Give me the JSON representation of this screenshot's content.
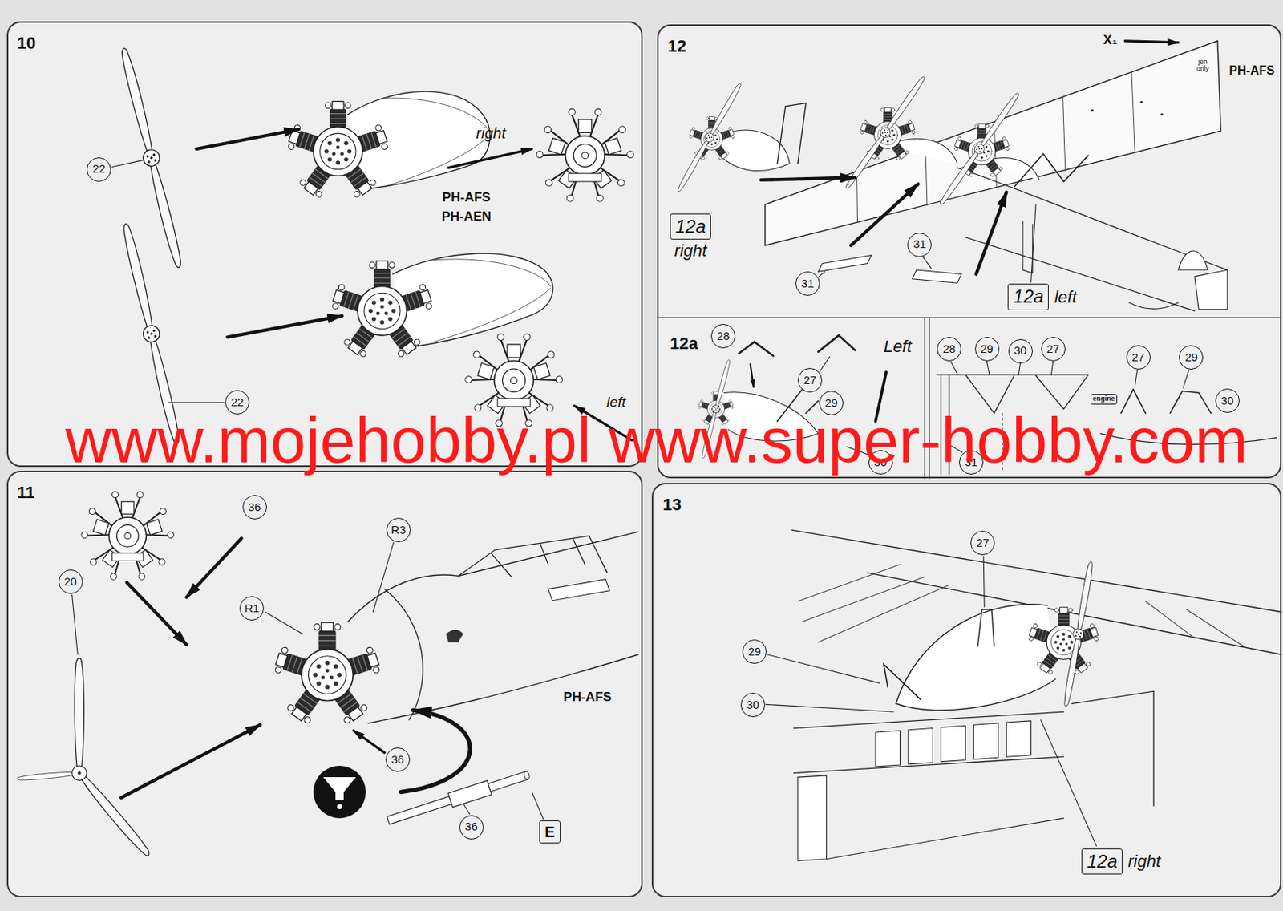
{
  "diagram": {
    "nodes": [
      {
        "text": [
          "10"
        ]
      },
      {
        "text": [
          "22"
        ],
        "in": 0
      },
      {
        "text": [
          "22"
        ],
        "in": 0
      },
      {
        "text": [
          "12"
        ]
      },
      {
        "text": [
          "12a",
          "right"
        ],
        "in": 3
      },
      {
        "text": [
          "31"
        ],
        "in": 3
      },
      {
        "text": [
          "31"
        ],
        "in": 3
      },
      {
        "text": [
          "12a",
          "left"
        ],
        "in": 3
      },
      {
        "text": [
          "28"
        ],
        "in": 3
      },
      {
        "text": [
          "27"
        ],
        "in": 3
      },
      {
        "text": [
          "29"
        ],
        "in": 3
      },
      {
        "text": [
          "30"
        ],
        "in": 3
      },
      {
        "text": [
          "28"
        ],
        "in": 3
      },
      {
        "text": [
          "29"
        ],
        "in": 3
      },
      {
        "text": [
          "30"
        ],
        "in": 3
      },
      {
        "text": [
          "27"
        ],
        "in": 3
      },
      {
        "text": [
          "31"
        ],
        "in": 3
      },
      {
        "text": [
          "27"
        ],
        "in": 3
      },
      {
        "text": [
          "29"
        ],
        "in": 3
      },
      {
        "text": [
          "30"
        ],
        "in": 3
      },
      {
        "text": [
          "engine"
        ],
        "in": 3
      },
      {
        "text": [
          "11"
        ]
      },
      {
        "text": [
          "36"
        ],
        "in": 21
      },
      {
        "text": [
          "20"
        ],
        "in": 21
      },
      {
        "text": [
          "R3"
        ],
        "in": 21
      },
      {
        "text": [
          "R1"
        ],
        "in": 21
      },
      {
        "text": [
          "36"
        ],
        "in": 21
      },
      {
        "text": [
          "36"
        ],
        "in": 21
      },
      {
        "text": [
          "E"
        ],
        "in": 21
      },
      {
        "text": [
          "13"
        ]
      },
      {
        "text": [
          "27"
        ],
        "in": 29
      },
      {
        "text": [
          "29"
        ],
        "in": 29
      },
      {
        "text": [
          "30"
        ],
        "in": 29
      },
      {
        "text": [
          "12a",
          "right"
        ],
        "in": 29
      }
    ],
    "labels": [
      "right",
      "PH-AFS",
      "PH-AEN",
      "left",
      "X₁",
      "jen only",
      "PH-AFS",
      "12a",
      "Left",
      "PH-AFS",
      "www.mojehobby.pl www.super-hobby.com"
    ]
  }
}
